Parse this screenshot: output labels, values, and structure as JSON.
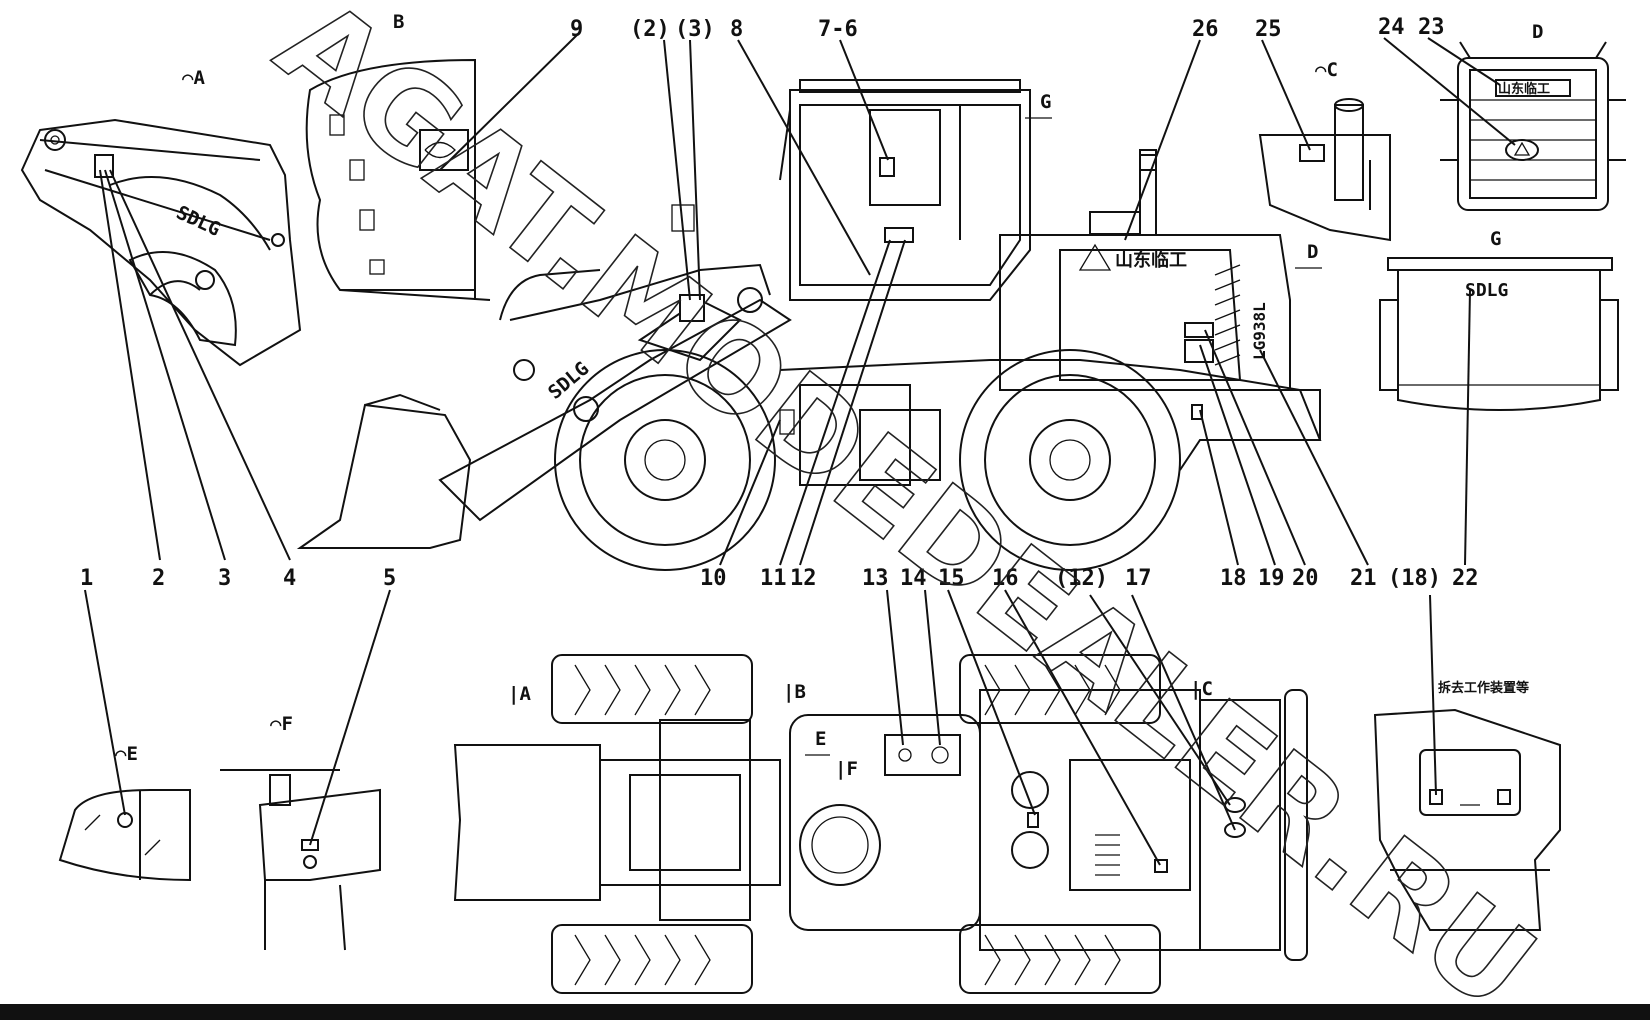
{
  "callouts_top": [
    "1",
    "2",
    "3",
    "4",
    "5",
    "10",
    "11",
    "12",
    "18",
    "19",
    "20",
    "21",
    "22"
  ],
  "labels": {
    "n1": "1",
    "n2": "2",
    "n3": "3",
    "n4": "4",
    "n5": "5",
    "n7_6": "7-6",
    "n8": "8",
    "n9": "9",
    "n10": "10",
    "n11": "11",
    "n12": "12",
    "n13": "13",
    "n14": "14",
    "n15": "15",
    "n16": "16",
    "n17": "17",
    "n18": "18",
    "n19": "19",
    "n20": "20",
    "n21": "21",
    "n22": "22",
    "n23": "23",
    "n24": "24",
    "n25": "25",
    "n26": "26",
    "p2": "(2)",
    "p3": "(3)",
    "p12": "(12)",
    "p18": "(18)"
  },
  "views": {
    "A": "A",
    "B": "B",
    "C": "C",
    "D": "D",
    "E": "E",
    "F": "F",
    "G": "G",
    "D_arrow": "D",
    "G_arrow": "G",
    "E_arrow": "E",
    "F_arrow": "F",
    "A_sec": "A",
    "B_sec": "B",
    "C_sec": "C"
  },
  "brand": {
    "boom_logo": "SDLG",
    "boom_logo_2": "SDLG",
    "rear_logo": "SDLG",
    "model": "LG938L",
    "cn_brand": "山东临工",
    "cn_removed_device": "拆去工作装置等"
  },
  "watermark": "AGAT.MODEDEALER.RU",
  "colors": {
    "ink": "#111111",
    "paper": "#ffffff",
    "band": "#111111"
  }
}
